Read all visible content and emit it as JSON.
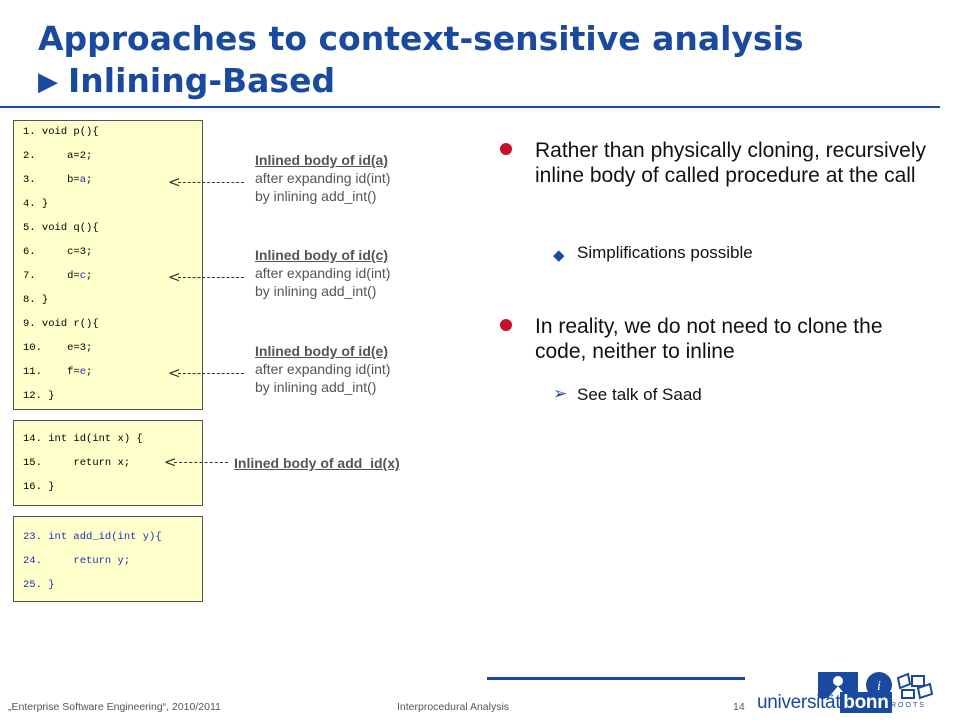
{
  "title": {
    "line1": "Approaches to context-sensitive analysis",
    "arrow": "▶",
    "line2": "Inlining-Based"
  },
  "code_block_1": [
    {
      "num": "1.",
      "code": "void p(){"
    },
    {
      "num": "2.",
      "code": "    a=2;"
    },
    {
      "num": "3.",
      "pre": "    b=",
      "hl": "a",
      "post": ";"
    },
    {
      "num": "4.",
      "code": "}"
    },
    {
      "num": "5.",
      "code": "void q(){"
    },
    {
      "num": "6.",
      "code": "    c=3;"
    },
    {
      "num": "7.",
      "pre": "    d=",
      "hl": "c",
      "post": ";"
    },
    {
      "num": "8.",
      "code": "}"
    },
    {
      "num": "9.",
      "code": "void r(){"
    },
    {
      "num": "10.",
      "code": "    e=3;"
    },
    {
      "num": "11.",
      "pre": "    f=",
      "hl": "e",
      "post": ";"
    },
    {
      "num": "12.",
      "code": "}"
    }
  ],
  "code_block_2": [
    {
      "num": "14.",
      "code": "int id(int x) {"
    },
    {
      "num": "15.",
      "code": "    return x;"
    },
    {
      "num": "16.",
      "code": "}"
    }
  ],
  "code_block_3": [
    {
      "num": "23.",
      "code": "int add_id(int y){"
    },
    {
      "num": "24.",
      "code": "    return y;"
    },
    {
      "num": "25.",
      "code": "}"
    }
  ],
  "annotations": [
    {
      "heading": "Inlined body of id(a)",
      "line2": "after expanding id(int)",
      "line3": "by inlining add_int()"
    },
    {
      "heading": "Inlined body of id(c)",
      "line2": "after expanding id(int)",
      "line3": "by inlining add_int()"
    },
    {
      "heading": "Inlined body of id(e)",
      "line2": "after expanding id(int)",
      "line3": "by inlining add_int()"
    },
    {
      "heading": "Inlined body of add_id(x)"
    }
  ],
  "arrow_glyph": "<",
  "bullets": [
    {
      "text": "Rather than physically cloning, recursively inline body of called procedure at the call",
      "sub": {
        "marker": "◆",
        "text": "Simplifications possible"
      }
    },
    {
      "text": "In reality, we do not need to clone the code, neither to inline",
      "sub": {
        "marker": "➢",
        "text": "See talk of Saad"
      }
    }
  ],
  "footer": {
    "course": "„Enterprise Software Engineering“, 2010/2011",
    "topic": "Interprocedural Analysis",
    "page": "14",
    "university_pre": "universität",
    "university_bold": "bonn",
    "roots": "ROOTS"
  },
  "colors": {
    "title": "#1a4aa0",
    "bullet": "#c8102e",
    "code_bg": "#ffffcc",
    "highlight": "#1f2fb5"
  }
}
